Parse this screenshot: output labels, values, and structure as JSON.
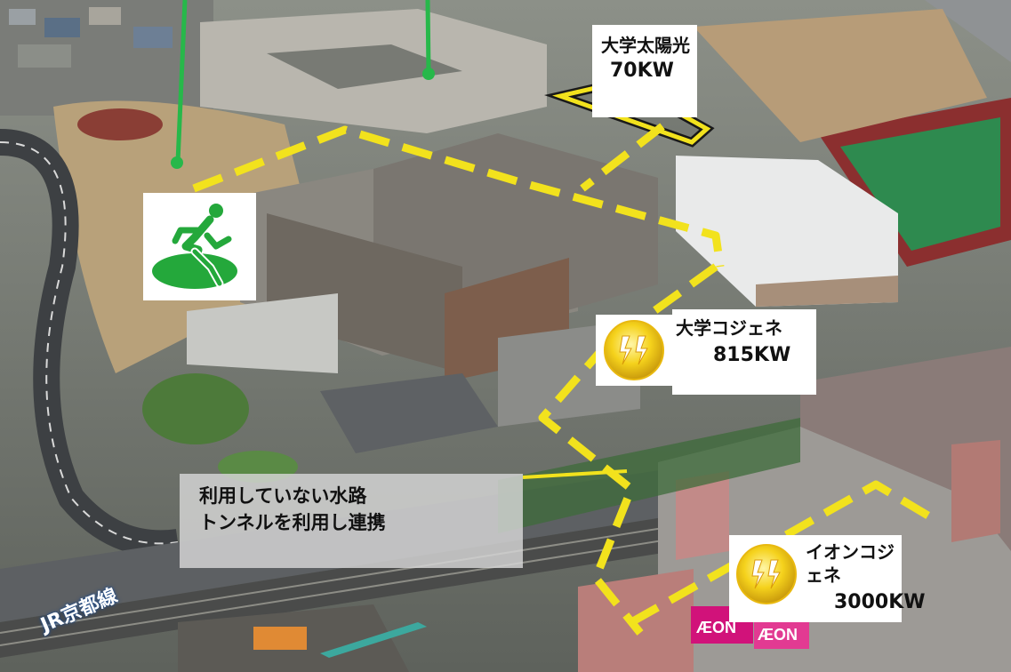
{
  "labels": {
    "solar": {
      "name": "大学太陽光",
      "power": "70KW"
    },
    "univ_cogen": {
      "name": "大学コジェネ",
      "power": "815KW"
    },
    "aeon_cogen": {
      "name": "イオンコジェネ",
      "power": "3000KW"
    }
  },
  "water_note": {
    "line1": "利用していない水路",
    "line2": "トンネルを利用し連携"
  },
  "jr_line": "JR京都線",
  "signage": {
    "aeon_logo_1": "ÆON",
    "aeon_logo_2": "ÆON"
  },
  "icons": {
    "evacuation": "emergency-exit-icon",
    "power": "lightning-bolt-icon"
  },
  "colors": {
    "route": "#f2e21d",
    "marker": "#27b84a",
    "evac": "#24a83b",
    "label_bg": "#ffffff",
    "power_icon": "#f2c21a"
  }
}
